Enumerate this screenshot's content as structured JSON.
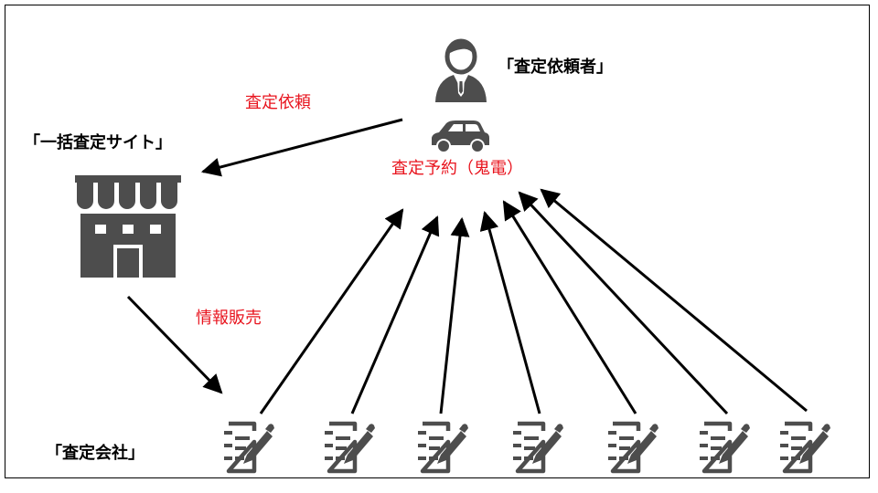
{
  "labels": {
    "requester": "「査定依頼者」",
    "site": "「一括査定サイト」",
    "companies": "「査定会社」",
    "request": "査定依頼",
    "booking": "査定予約（鬼電）",
    "info_sale": "情報販売"
  },
  "colors": {
    "accent": "#e8141e",
    "icon": "#4d4d4d",
    "arrow": "#000000"
  },
  "icons": {
    "requester": "businessman-icon",
    "car": "car-icon",
    "site": "storefront-icon",
    "company": "form-edit-icon"
  },
  "companies": [
    {
      "id": "1"
    },
    {
      "id": "2"
    },
    {
      "id": "3"
    },
    {
      "id": "4"
    },
    {
      "id": "5"
    },
    {
      "id": "6"
    },
    {
      "id": "7"
    }
  ]
}
